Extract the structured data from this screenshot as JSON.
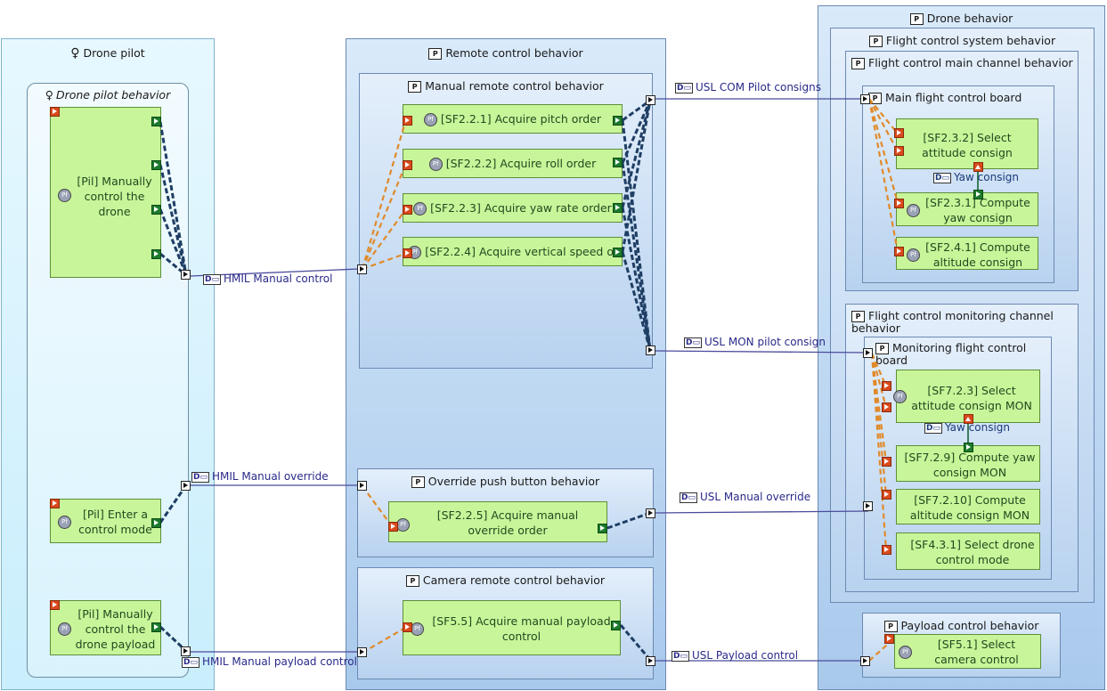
{
  "drone_pilot": {
    "title": "Drone pilot",
    "behavior_title": "Drone pilot behavior",
    "functions": {
      "manual_control": "[Pil] Manually control the drone",
      "enter_mode": "[Pil] Enter a control mode",
      "payload": "[Pil] Manually control the drone payload"
    }
  },
  "remote_control": {
    "title": "Remote control behavior",
    "manual": {
      "title": "Manual remote control behavior",
      "functions": [
        "[SF2.2.1] Acquire pitch order",
        "[SF2.2.2] Acquire roll order",
        "[SF2.2.3] Acquire yaw rate order",
        "[SF2.2.4] Acquire vertical speed o."
      ]
    },
    "override": {
      "title": "Override push button behavior",
      "function": "[SF2.2.5] Acquire manual override order"
    },
    "camera": {
      "title": "Camera remote control behavior",
      "function": "[SF5.5] Acquire manual payload control"
    }
  },
  "drone": {
    "title": "Drone behavior",
    "fcs_title": "Flight control system behavior",
    "main_channel_title": "Flight control main channel behavior",
    "main_board_title": "Main flight control board",
    "main_functions": {
      "select_attitude": "[SF2.3.2] Select attitude consign",
      "compute_yaw": "[SF2.3.1] Compute yaw consign",
      "compute_altitude": "[SF2.4.1] Compute altitude consign"
    },
    "yaw_consign_label": "Yaw consign",
    "monitoring_channel_title": "Flight control monitoring channel behavior",
    "monitoring_board_title": "Monitoring flight control board",
    "monitoring_functions": {
      "select_attitude": "[SF7.2.3] Select attitude consign MON",
      "compute_yaw": "[SF7.2.9] Compute yaw consign MON",
      "compute_altitude": "[SF7.2.10] Compute altitude consign MON",
      "select_mode": "[SF4.3.1] Select drone control mode"
    },
    "yaw_consign_mon_label": "Yaw consign",
    "payload_title": "Payload control behavior",
    "payload_function": "[SF5.1] Select camera control"
  },
  "exchanges": {
    "hmil_manual_control": "HMIL Manual control",
    "hmil_manual_override": "HMIL Manual override",
    "hmil_manual_payload": "HMIL Manual payload control",
    "usl_com_pilot": "USL COM Pilot consigns",
    "usl_mon_pilot": "USL MON pilot consign",
    "usl_manual_override": "USL Manual override",
    "usl_payload_control": "USL Payload control"
  },
  "icons": {
    "actor": "actor-icon",
    "component": "component-icon",
    "function": "function-icon",
    "exchange": "exchange-icon"
  },
  "colors": {
    "function_fill": "#c9f59a",
    "input_port": "#d94a1c",
    "output_port": "#1c7a2c",
    "dataflow": "#e08a2a",
    "interface_link": "#1f3e64",
    "physical_link": "#4b4b9c"
  }
}
